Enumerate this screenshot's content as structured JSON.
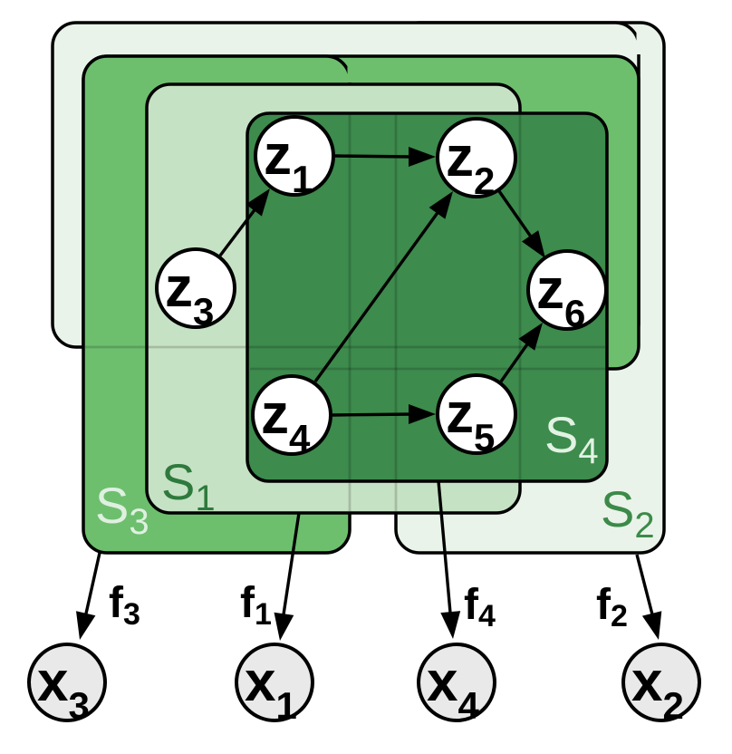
{
  "colors": {
    "background": "#ffffff",
    "outline": "#000000",
    "set_lightest": "#e9f3e9",
    "set_medium": "#6dbf6e",
    "set_light": "#c6e2c4",
    "set_dark": "#3d8b4d",
    "latent_fill": "#ffffff",
    "observed_fill": "#e9e9e9",
    "s1_label_color": "#2e7a3c",
    "s2_label_color": "#3c8a49",
    "s3_label_color": "#dff0e0",
    "s4_label_color": "#e2f2e3"
  },
  "sets": [
    {
      "id": "S1",
      "label": "S",
      "sub": "1",
      "fill": "#c6e2c4",
      "label_color": "#2e7a3c"
    },
    {
      "id": "S2",
      "label": "S",
      "sub": "2",
      "fill": "#e9f3e9",
      "label_color": "#3c8a49"
    },
    {
      "id": "S3",
      "label": "S",
      "sub": "3",
      "fill": "#6dbf6e",
      "label_color": "#dff0e0"
    },
    {
      "id": "S4",
      "label": "S",
      "sub": "4",
      "fill": "#3d8b4d",
      "label_color": "#e2f2e3"
    }
  ],
  "latents": [
    {
      "id": "z1",
      "label": "z",
      "sub": "1"
    },
    {
      "id": "z2",
      "label": "z",
      "sub": "2"
    },
    {
      "id": "z3",
      "label": "z",
      "sub": "3"
    },
    {
      "id": "z4",
      "label": "z",
      "sub": "4"
    },
    {
      "id": "z5",
      "label": "z",
      "sub": "5"
    },
    {
      "id": "z6",
      "label": "z",
      "sub": "6"
    }
  ],
  "observed": [
    {
      "id": "x3",
      "label": "x",
      "sub": "3"
    },
    {
      "id": "x1",
      "label": "x",
      "sub": "1"
    },
    {
      "id": "x4",
      "label": "x",
      "sub": "4"
    },
    {
      "id": "x2",
      "label": "x",
      "sub": "2"
    }
  ],
  "f_labels": [
    {
      "id": "f3",
      "label": "f",
      "sub": "3",
      "from": "S3",
      "to": "x3"
    },
    {
      "id": "f1",
      "label": "f",
      "sub": "1",
      "from": "S1",
      "to": "x1"
    },
    {
      "id": "f4",
      "label": "f",
      "sub": "4",
      "from": "S4",
      "to": "x4"
    },
    {
      "id": "f2",
      "label": "f",
      "sub": "2",
      "from": "S2",
      "to": "x2"
    }
  ],
  "edges": [
    {
      "from": "z3",
      "to": "z1"
    },
    {
      "from": "z1",
      "to": "z2"
    },
    {
      "from": "z4",
      "to": "z2"
    },
    {
      "from": "z2",
      "to": "z6"
    },
    {
      "from": "z4",
      "to": "z5"
    },
    {
      "from": "z5",
      "to": "z6"
    }
  ]
}
